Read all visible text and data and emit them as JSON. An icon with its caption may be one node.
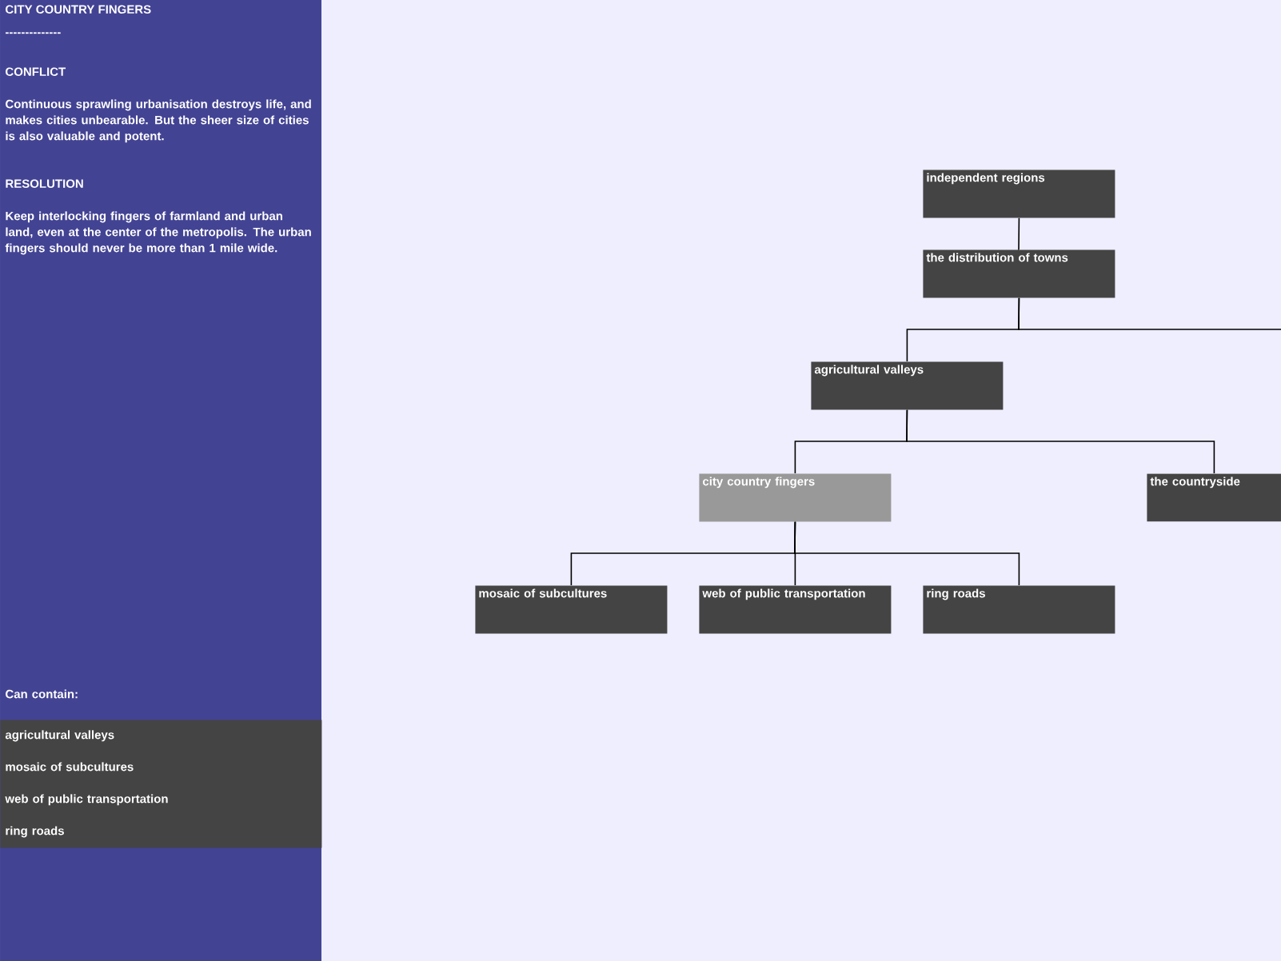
{
  "diagram": {
    "title": "CITY COUNTRY FINGERS",
    "nodes": [
      {
        "text": [
          "independent regions"
        ]
      },
      {
        "text": [
          "the distribution of towns"
        ]
      },
      {
        "text": [
          "agricultural valleys"
        ]
      },
      {
        "text": [
          "city country fingers"
        ]
      },
      {
        "text": [
          "the countryside"
        ]
      },
      {
        "text": [
          "mosaic of subcultures"
        ]
      },
      {
        "text": [
          "web of public transportation"
        ]
      },
      {
        "text": [
          "ring roads"
        ]
      },
      {
        "text": [
          "agricultural valleys",
          "mosaic of subcultures",
          "web of public transportation",
          "ring roads"
        ]
      }
    ],
    "edges": [
      {
        "from": 0,
        "to": 1,
        "arrow": "none"
      },
      {
        "from": 1,
        "to": 2,
        "arrow": "none"
      },
      {
        "from": 1,
        "to": null,
        "arrow": "none"
      },
      {
        "from": 2,
        "to": 3,
        "arrow": "none"
      },
      {
        "from": 2,
        "to": 4,
        "arrow": "none"
      },
      {
        "from": 3,
        "to": 5,
        "arrow": "none"
      },
      {
        "from": 3,
        "to": 6,
        "arrow": "none"
      },
      {
        "from": 3,
        "to": 7,
        "arrow": "none"
      }
    ],
    "labels": [
      "--------------",
      "CONFLICT",
      "Continuous sprawling urbanisation destroys life, and makes cities unbearable. But the sheer size of cities is also valuable and potent.",
      "RESOLUTION",
      "Keep interlocking fingers of farmland and urban land, even at the center of the metropolis. The urban fingers should never be more than 1 mile wide.",
      "Can contain:"
    ]
  }
}
